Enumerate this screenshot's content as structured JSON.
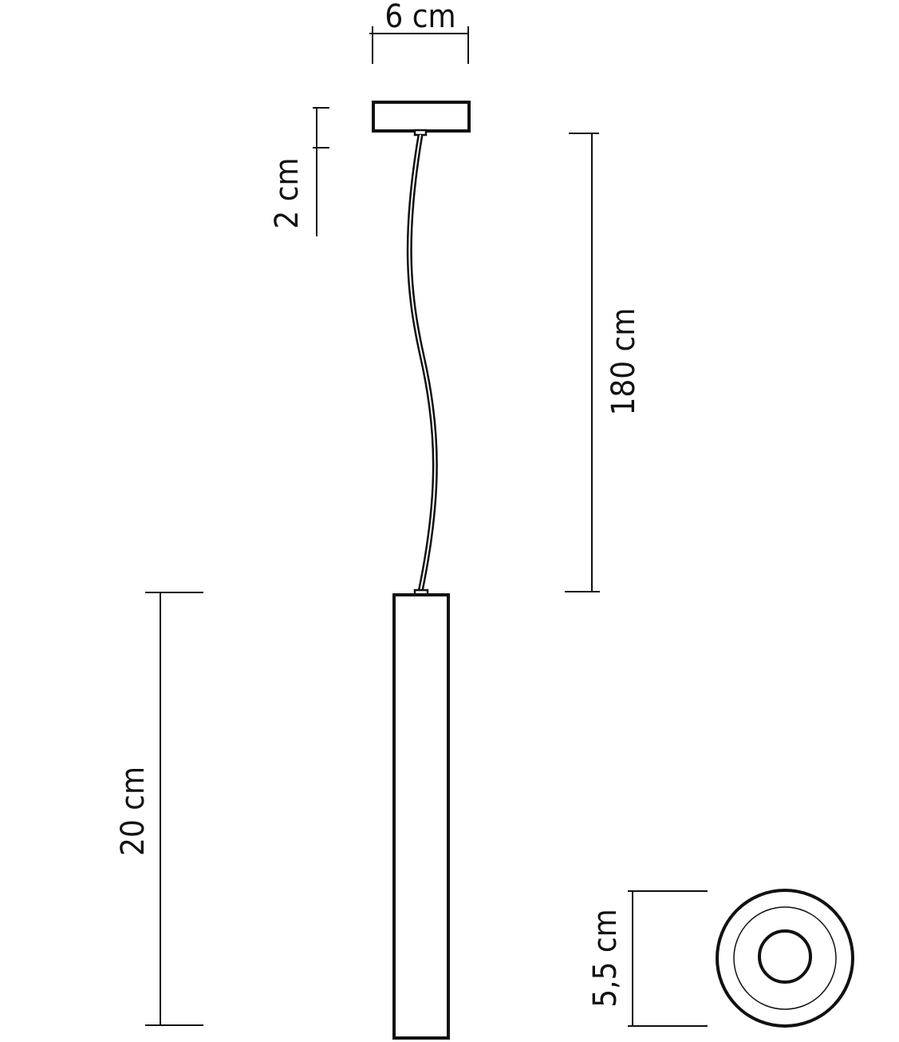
{
  "diagram": {
    "subject": "Pendant lamp dimension drawing",
    "colors": {
      "stroke": "#111111",
      "background": "#ffffff"
    },
    "dimensions": {
      "canopy_width": {
        "label": "6 cm"
      },
      "canopy_height": {
        "label": "2 cm"
      },
      "cable_length": {
        "label": "180 cm"
      },
      "tube_length": {
        "label": "20 cm"
      },
      "tube_diameter": {
        "label": "5,5 cm"
      }
    },
    "parts": [
      {
        "name": "ceiling-canopy"
      },
      {
        "name": "suspension-cable"
      },
      {
        "name": "cylinder-tube-body"
      },
      {
        "name": "bottom-view-circles"
      }
    ]
  }
}
